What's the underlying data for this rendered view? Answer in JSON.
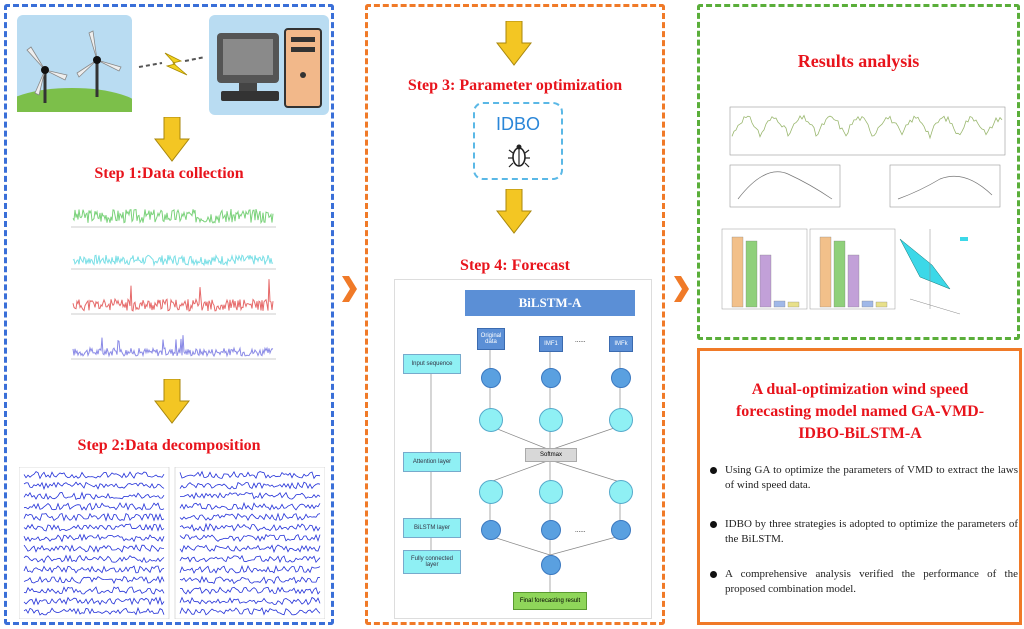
{
  "steps": {
    "step1": "Step 1:Data collection",
    "step2": "Step 2:Data decomposition",
    "step3": "Step 3: Parameter optimization",
    "step4": "Step 4: Forecast"
  },
  "idbo_label": "IDBO",
  "bilstm": {
    "title": "BiLSTM-A",
    "input_sequence": "Input sequence",
    "attention_layer": "Attention layer",
    "bilstm_layer": "BiLSTM layer",
    "fully_connected": "Fully connected layer",
    "original_data": "Original data",
    "imf1": "IMF1",
    "imfk": "IMFk",
    "softmax": "Softmax",
    "final": "Final forecasting result",
    "ellipsis": "......"
  },
  "results_title": "Results analysis",
  "model_title": "A dual-optimization wind speed forecasting model named GA-VMD-IDBO-BiLSTM-A",
  "bullets": [
    "Using GA to optimize the parameters of VMD to extract the laws of wind speed data.",
    "IDBO by three strategies is adopted to optimize the parameters of the BiLSTM.",
    "A comprehensive analysis verified the performance of the proposed combination model."
  ],
  "colors": {
    "step_red": "#e8141c",
    "blue_border": "#3a6fd8",
    "orange_border": "#f07a28",
    "green_border": "#5aae3a",
    "arrow_yellow": "#f3c623",
    "cyan": "#8ff0f4"
  }
}
